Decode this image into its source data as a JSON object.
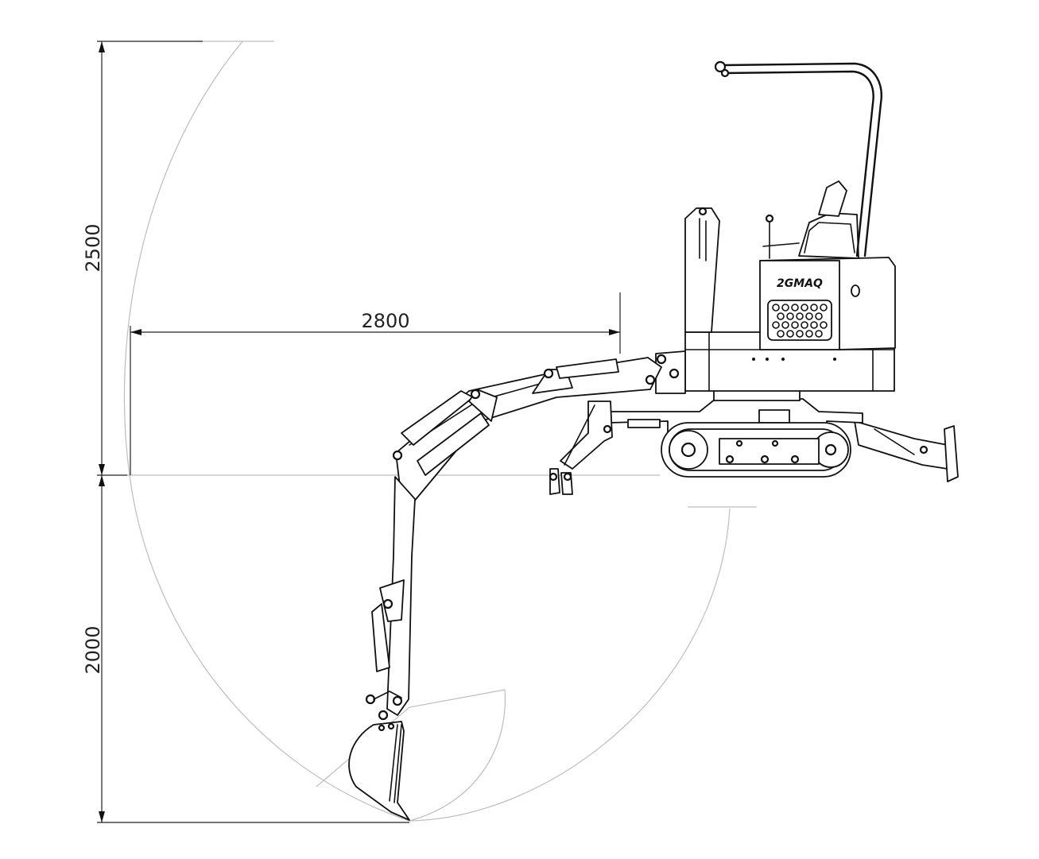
{
  "dimensions": {
    "height_above_ground": "2500",
    "depth_below_ground": "2000",
    "reach": "2800"
  },
  "machine": {
    "brand_label": "2GMAQ"
  }
}
